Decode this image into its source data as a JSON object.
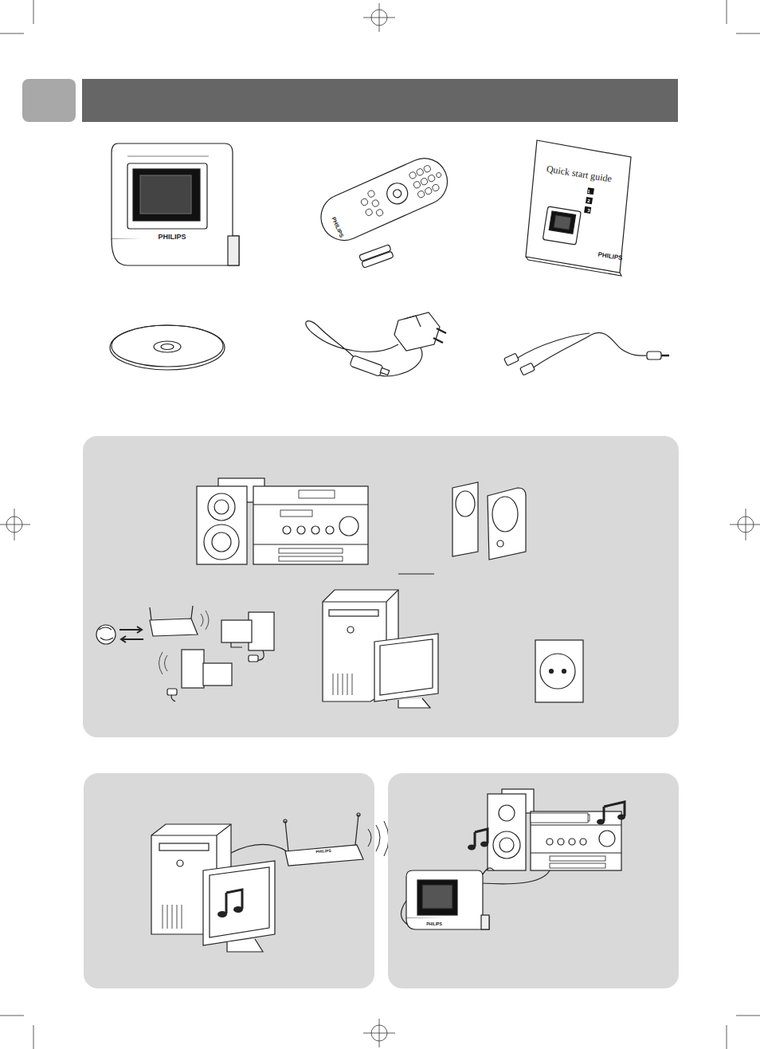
{
  "diagram": {
    "labels": [
      "PHILIPS",
      "PHILIPS",
      "Quick start guide",
      "1",
      "2",
      "3",
      "PHILIPS",
      "PHILIPS",
      "PHILIPS"
    ]
  }
}
